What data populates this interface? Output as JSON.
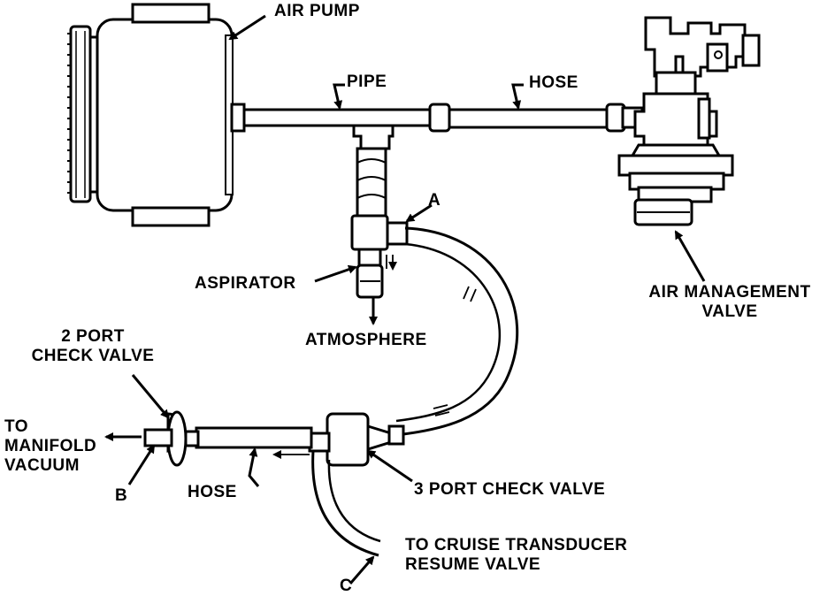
{
  "labels": {
    "air_pump": "AIR PUMP",
    "pipe": "PIPE",
    "hose_top": "HOSE",
    "point_a": "A",
    "aspirator": "ASPIRATOR",
    "atmosphere": "ATMOSPHERE",
    "air_management_valve_line1": "AIR MANAGEMENT",
    "air_management_valve_line2": "VALVE",
    "two_port_check_valve_line1": "2 PORT",
    "two_port_check_valve_line2": "CHECK VALVE",
    "to_manifold_line1": "TO",
    "to_manifold_line2": "MANIFOLD",
    "to_manifold_line3": "VACUUM",
    "point_b": "B",
    "hose_bottom": "HOSE",
    "three_port_check_valve": "3 PORT CHECK VALVE",
    "to_cruise_line1": "TO CRUISE TRANSDUCER",
    "to_cruise_line2": "RESUME VALVE",
    "point_c": "C"
  },
  "colors": {
    "ink": "#000000",
    "paper": "#ffffff"
  }
}
